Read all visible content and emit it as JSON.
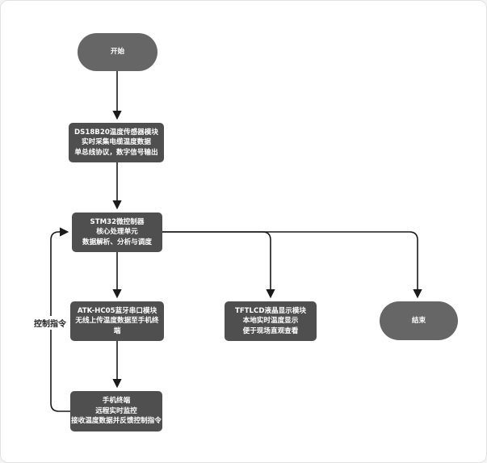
{
  "nodes": {
    "start": {
      "label": "开始"
    },
    "sensor": {
      "lines": [
        "DS18B20温度传感器模块",
        "实时采集电缆温度数据",
        "单总线协议，数字信号输出"
      ]
    },
    "mcu": {
      "lines": [
        "STM32微控制器",
        "核心处理单元",
        "数据解析、分析与调度"
      ]
    },
    "bluetooth": {
      "lines": [
        "ATK-HC05蓝牙串口模块",
        "无线上传温度数据至手机终端"
      ]
    },
    "lcd": {
      "lines": [
        "TFTLCD液晶显示模块",
        "本地实时温度显示",
        "便于现场直观查看"
      ]
    },
    "end": {
      "label": "结束"
    },
    "phone": {
      "lines": [
        "手机终端",
        "远程实时监控",
        "接收温度数据并反馈控制指令"
      ]
    }
  },
  "edges": {
    "feedback_label": "控制指令"
  },
  "colors": {
    "terminal_fill": "#666666",
    "process_fill": "#4f4f4f",
    "connector": "#1a1a1a",
    "text": "#ffffff"
  }
}
